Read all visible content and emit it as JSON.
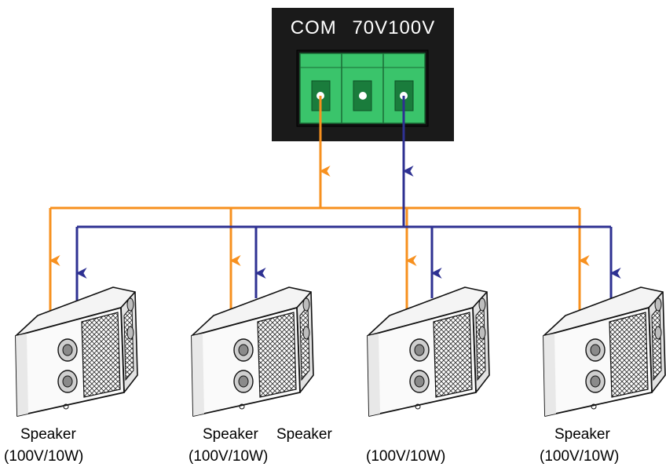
{
  "terminal": {
    "label_com": "COM",
    "label_70v": "70V",
    "label_100v": "100V"
  },
  "wires": {
    "com_color": "#F7901E",
    "line_color": "#2E3192"
  },
  "speakers": [
    {
      "name": "Speaker",
      "rating": "(100V/10W)"
    },
    {
      "name": "Speaker",
      "rating": "(100V/10W)"
    },
    {
      "name": "Speaker",
      "rating": "(100V/10W)"
    },
    {
      "name": "Speaker",
      "rating": "(100V/10W)"
    }
  ]
}
